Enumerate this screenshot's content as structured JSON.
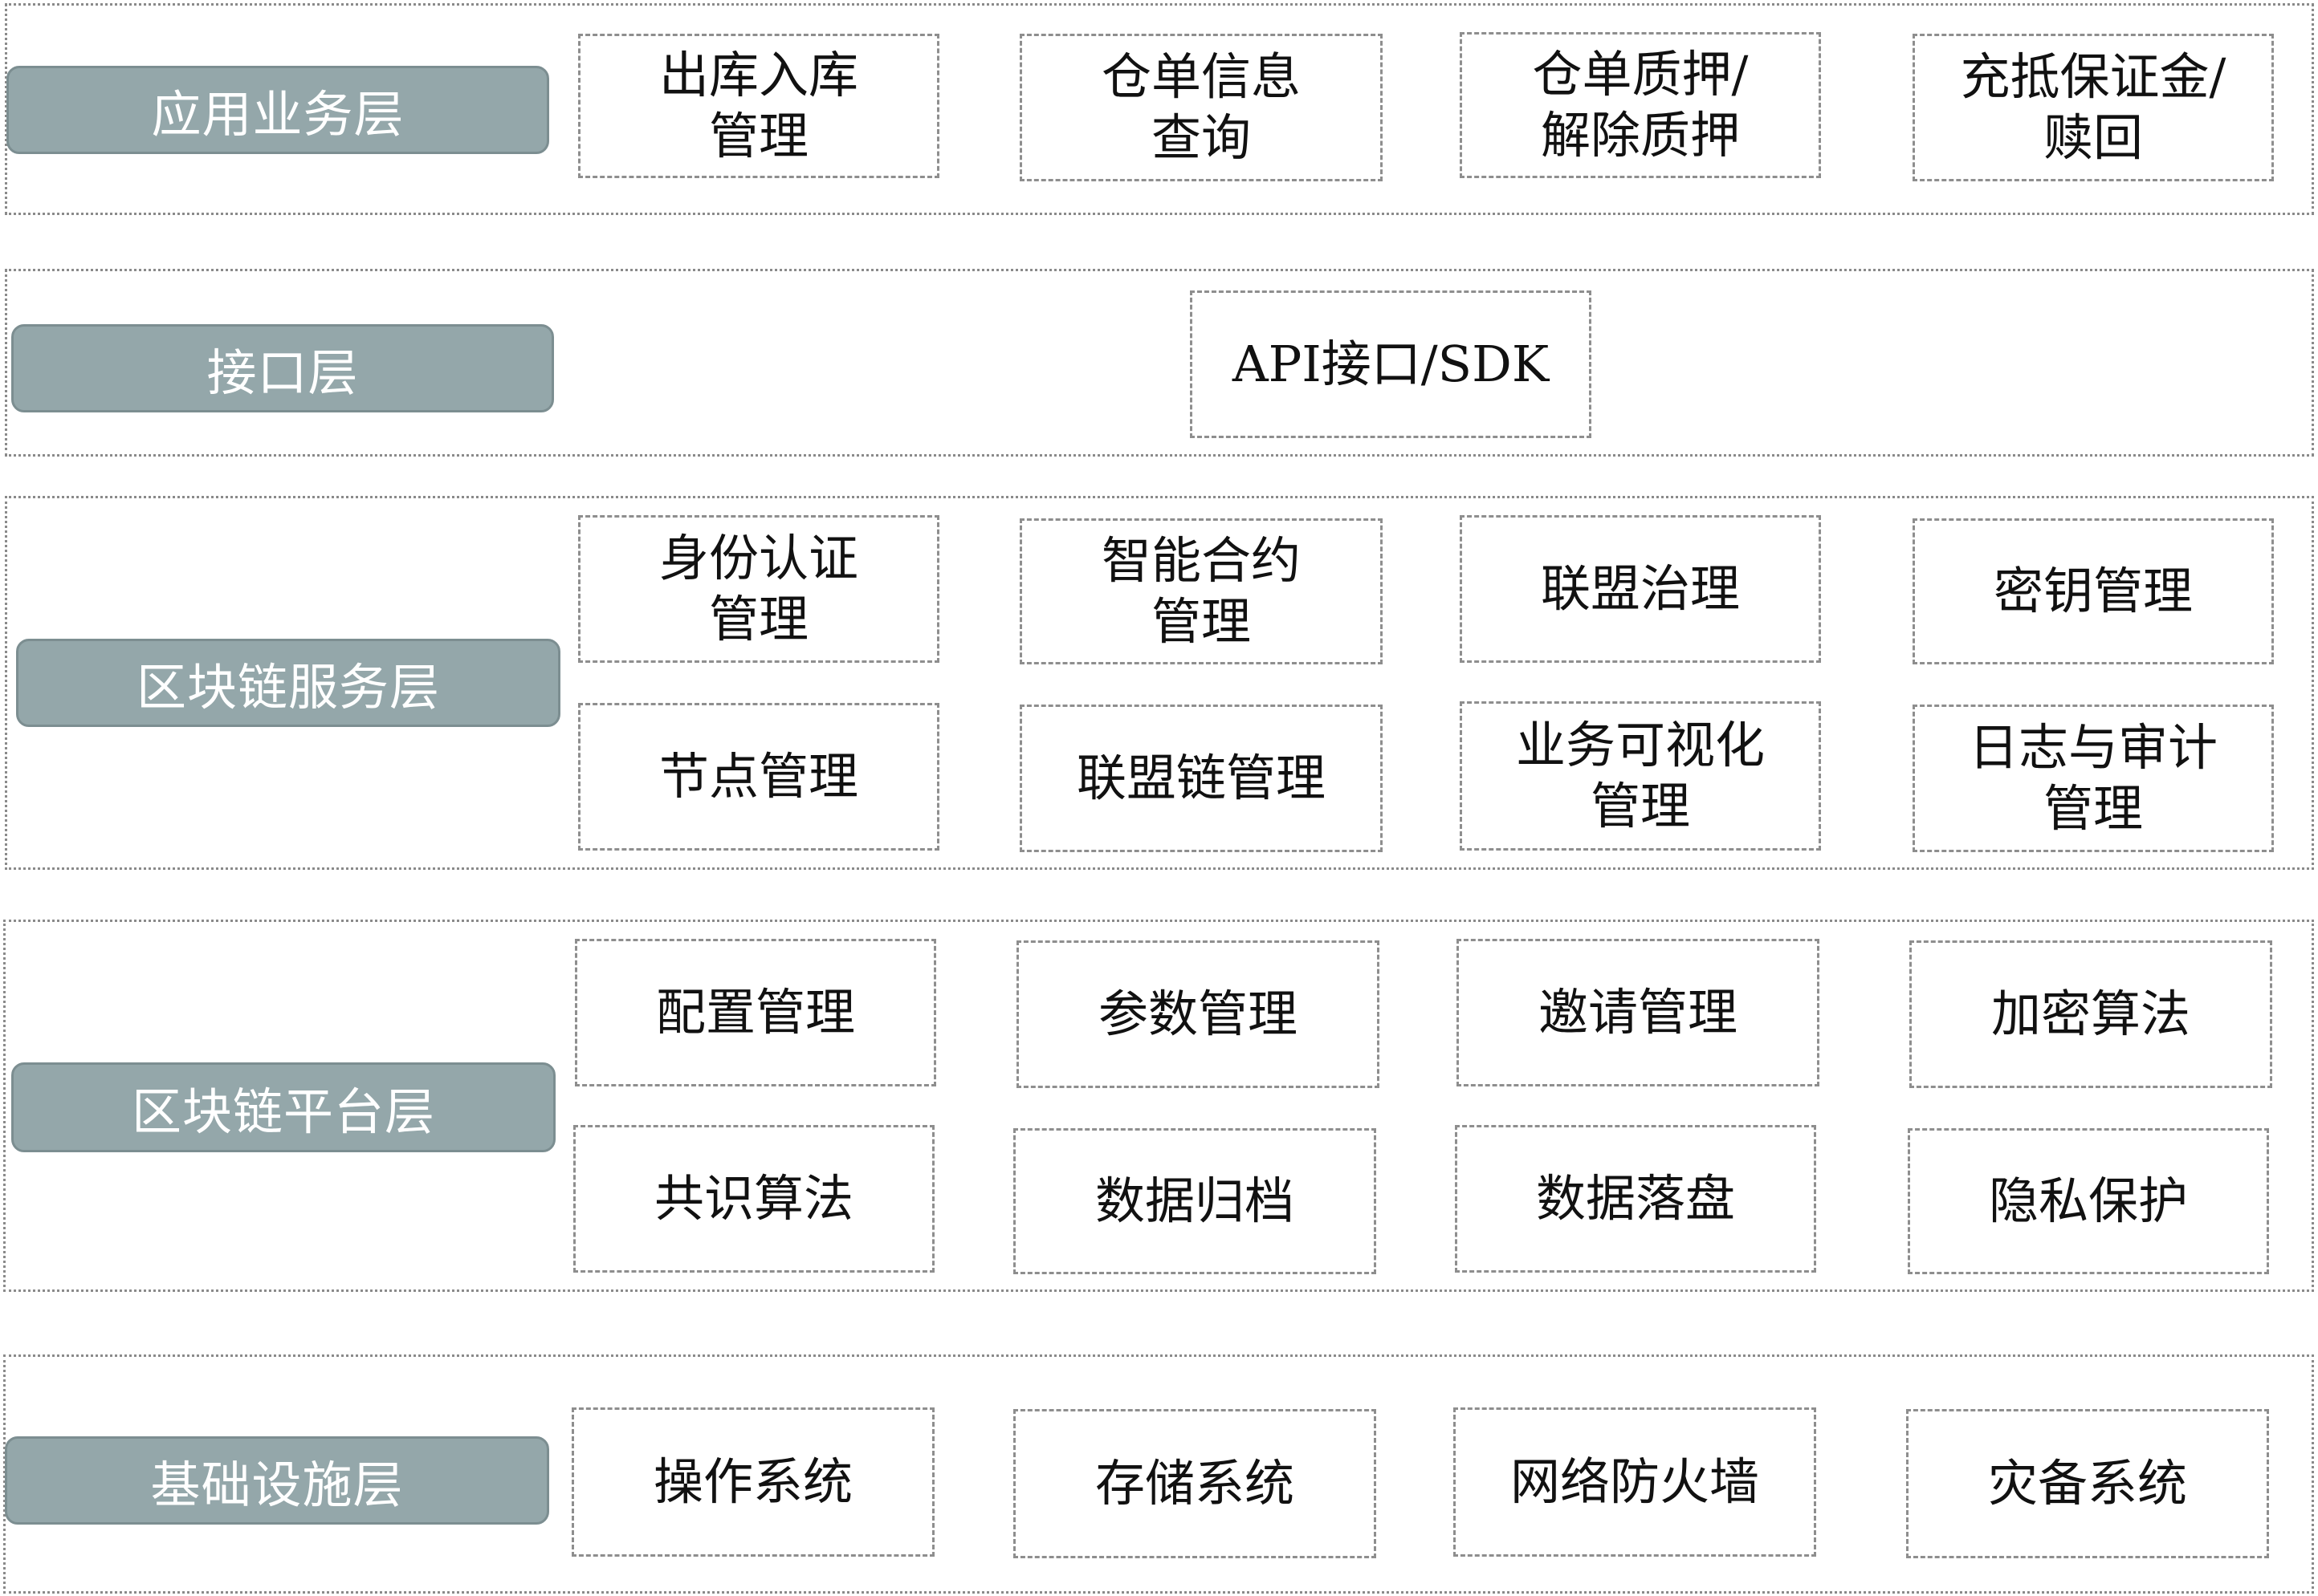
{
  "layers": [
    {
      "label": "应用业务层",
      "items": [
        "出库入库\n管理",
        "仓单信息\n查询",
        "仓单质押/\n解除质押",
        "充抵保证金/\n赎回"
      ]
    },
    {
      "label": "接口层",
      "items": [
        "API接口/SDK"
      ]
    },
    {
      "label": "区块链服务层",
      "items": [
        "身份认证\n管理",
        "智能合约\n管理",
        "联盟治理",
        "密钥管理",
        "节点管理",
        "联盟链管理",
        "业务可视化\n管理",
        "日志与审计\n管理"
      ]
    },
    {
      "label": "区块链平台层",
      "items": [
        "配置管理",
        "参数管理",
        "邀请管理",
        "加密算法",
        "共识算法",
        "数据归档",
        "数据落盘",
        "隐私保护"
      ]
    },
    {
      "label": "基础设施层",
      "items": [
        "操作系统",
        "存储系统",
        "网络防火墙",
        "灾备系统"
      ]
    }
  ]
}
